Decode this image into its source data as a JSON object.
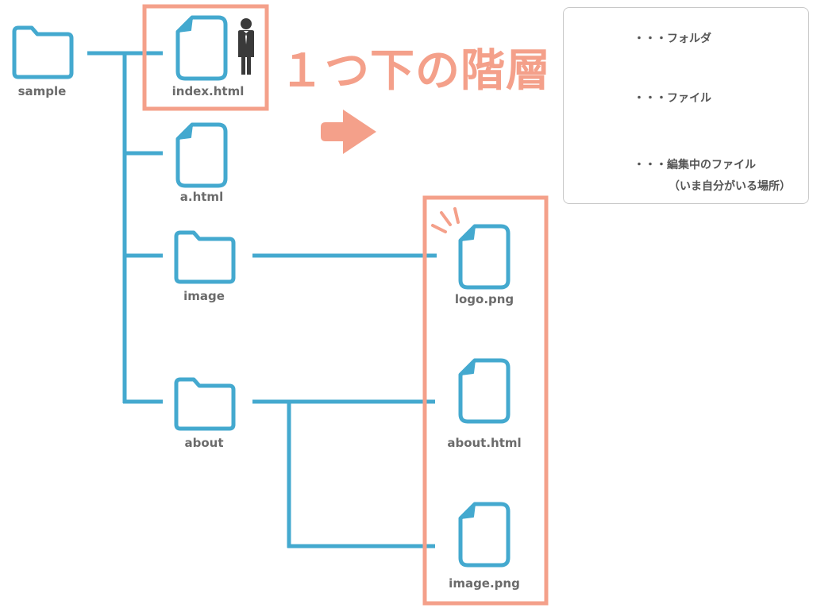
{
  "colors": {
    "tree": "#44a9cf",
    "highlight": "#f4a08a",
    "person": "#3a3a3a",
    "label": "#6b6b6b"
  },
  "heading": "１つ下の階層",
  "nodes": {
    "sample": "sample",
    "index_html": "index.html",
    "a_html": "a.html",
    "image": "image",
    "about": "about",
    "logo_png": "logo.png",
    "about_html": "about.html",
    "image_png": "image.png"
  },
  "legend": {
    "folder": "・・・フォルダ",
    "file": "・・・ファイル",
    "editing_line1": "・・・編集中のファイル",
    "editing_line2": "（いま自分がいる場所）"
  },
  "icons": {
    "folder": "folder-icon",
    "file": "file-icon",
    "person": "person-icon",
    "arrow": "arrow-right-icon"
  }
}
